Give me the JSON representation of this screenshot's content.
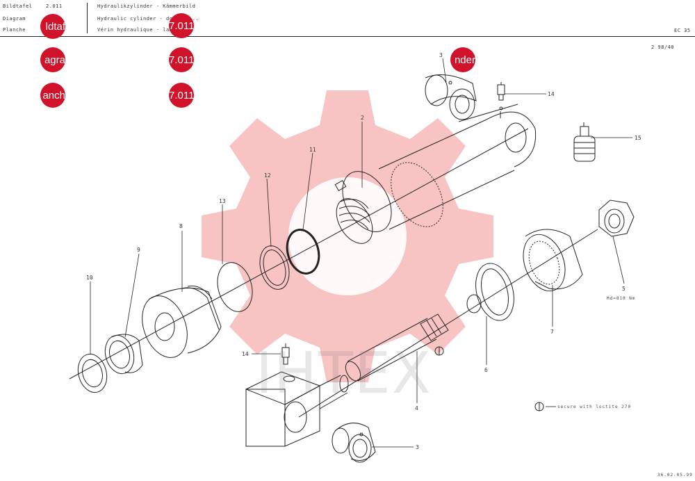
{
  "header": {
    "labels": [
      "Bildtafel",
      "Diagram",
      "Planche"
    ],
    "number": "2.011",
    "titles": [
      "Hydraulikzylinder - Kämmerbild",
      "Hydraulic cylinder - dozer b...",
      "Vérin hydraulique - lame ..."
    ],
    "model": "EC 35",
    "subref": "2 98/40"
  },
  "badges": {
    "left": [
      "ldtaf",
      "agra",
      "anch"
    ],
    "center": [
      "7.011",
      "7.011",
      "7.011"
    ],
    "right": "nder"
  },
  "parts": {
    "p2": "2",
    "p3a": "3",
    "p3b": "3",
    "p4": "4",
    "p5": "5",
    "p6": "6",
    "p7": "7",
    "p8": "8",
    "p9": "9",
    "p10": "10",
    "p11": "11",
    "p12": "12",
    "p13": "13",
    "p14a": "14",
    "p14b": "14",
    "p15": "15"
  },
  "notes": {
    "torque": "Md=810 Nm",
    "loctite": "secure with loctite 270",
    "footer": "36.02.05.99"
  },
  "watermark": {
    "text": "IHTEX"
  },
  "colors": {
    "badge": "#d0122a",
    "line": "#222222",
    "watermark_gear": "#f7b9b9"
  }
}
